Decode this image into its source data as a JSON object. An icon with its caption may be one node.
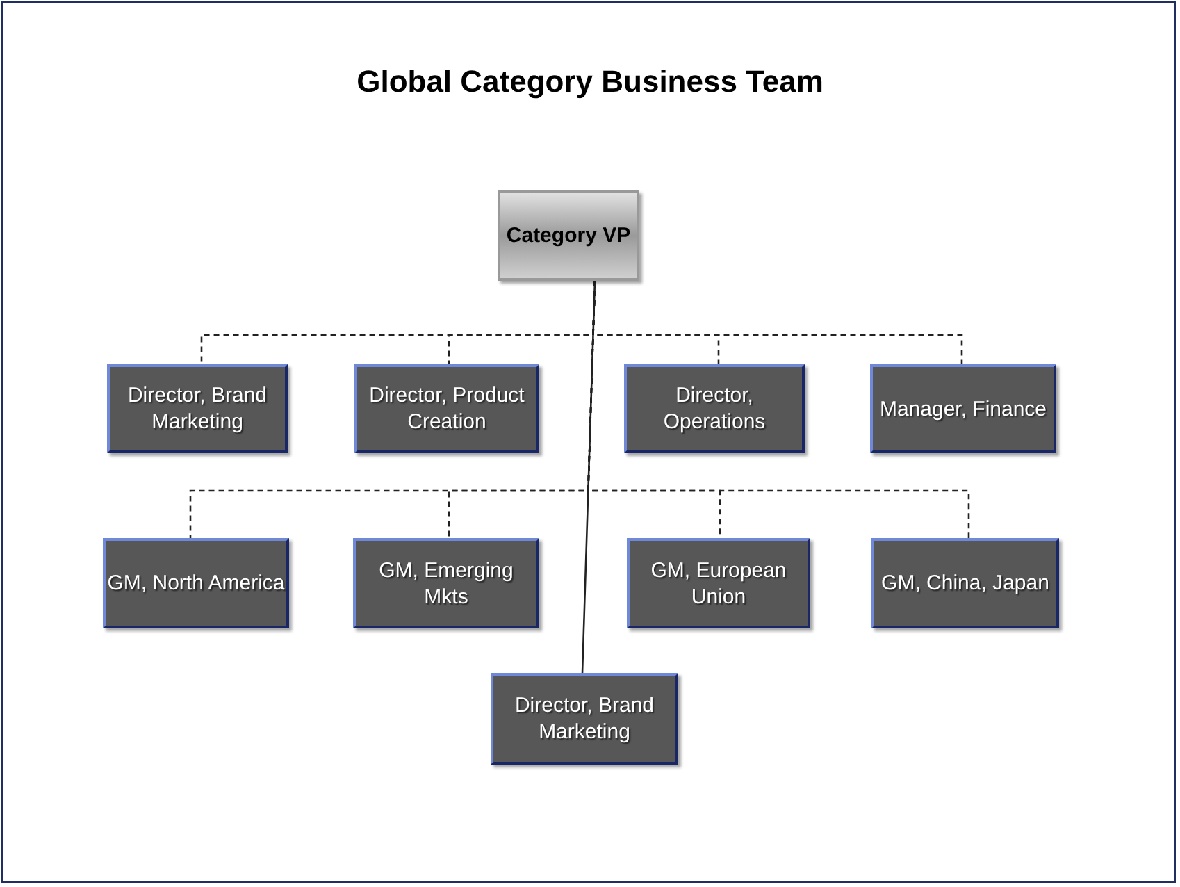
{
  "diagram": {
    "title": "Global Category Business Team",
    "nodes": [
      {
        "text": [
          "Category VP"
        ]
      },
      {
        "text": [
          "Director, Brand Marketing"
        ]
      },
      {
        "text": [
          "Director, Product Creation"
        ]
      },
      {
        "text": [
          "Director, Operations"
        ]
      },
      {
        "text": [
          "Manager, Finance"
        ]
      },
      {
        "text": [
          "GM, North America"
        ]
      },
      {
        "text": [
          "GM, Emerging Mkts"
        ]
      },
      {
        "text": [
          "GM, European Union"
        ]
      },
      {
        "text": [
          "GM, China, Japan"
        ]
      },
      {
        "text": [
          "Director, Brand Marketing"
        ]
      }
    ],
    "edges": [
      {
        "from": 0,
        "to": 1,
        "arrow": "none",
        "style": "dashed"
      },
      {
        "from": 0,
        "to": 2,
        "arrow": "none",
        "style": "dashed"
      },
      {
        "from": 0,
        "to": 3,
        "arrow": "none",
        "style": "dashed"
      },
      {
        "from": 0,
        "to": 4,
        "arrow": "none",
        "style": "dashed"
      },
      {
        "from": 0,
        "to": 5,
        "arrow": "none",
        "style": "dashed"
      },
      {
        "from": 0,
        "to": 6,
        "arrow": "none",
        "style": "dashed"
      },
      {
        "from": 0,
        "to": 7,
        "arrow": "none",
        "style": "dashed"
      },
      {
        "from": 0,
        "to": 8,
        "arrow": "none",
        "style": "dashed"
      },
      {
        "from": 0,
        "to": 9,
        "arrow": "none"
      }
    ]
  }
}
